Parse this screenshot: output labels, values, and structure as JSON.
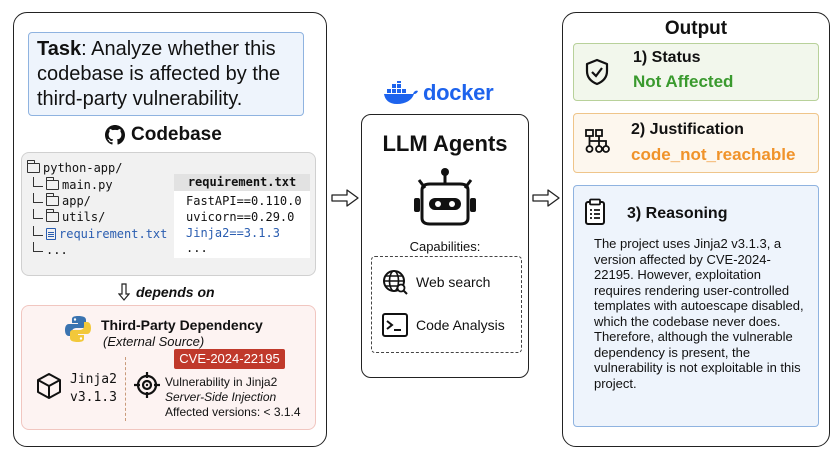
{
  "task": {
    "label": "Task",
    "text": ": Analyze whether this codebase is affected by the third-party vulnerability."
  },
  "codebase": {
    "title": "Codebase",
    "tree": {
      "root": "python-app/",
      "items": [
        "main.py",
        "app/",
        "utils/",
        "requirement.txt"
      ],
      "ellipsis": "..."
    },
    "requirements": {
      "filename": "requirement.txt",
      "lines": [
        "FastAPI==0.110.0",
        "uvicorn==0.29.0",
        "Jinja2==3.1.3",
        "..."
      ]
    }
  },
  "depends_on": "depends on",
  "dependency": {
    "title": "Third-Party Dependency",
    "subtitle": "(External Source)",
    "package": "Jinja2",
    "version": "v3.1.3",
    "cve": "CVE-2024-22195",
    "vuln_line1": "Vulnerability in Jinja2",
    "vuln_line2": "Server-Side Injection",
    "vuln_line3": "Affected versions: < 3.1.4"
  },
  "docker": {
    "word": "docker"
  },
  "agents": {
    "title": "LLM Agents",
    "capabilities_label": "Capabilities:",
    "capabilities": [
      "Web search",
      "Code Analysis"
    ]
  },
  "output": {
    "title": "Output",
    "status_head": "1) Status",
    "status_value": "Not Affected",
    "justification_head": "2) Justification",
    "justification_value": "code_not_reachable",
    "reasoning_head": "3) Reasoning",
    "reasoning_text": "The project uses Jinja2 v3.1.3, a version affected by CVE-2024-22195. However, exploitation requires rendering user-controlled templates with autoescape disabled, which the codebase never does. Therefore, although the vulnerable dependency is present, the vulnerability is not exploitable in this project."
  },
  "colors": {
    "docker_blue": "#1d63ed",
    "cve_red": "#c0392b",
    "status_green": "#3a9a2e",
    "justification_orange": "#f0932a",
    "task_border": "#8fb3e0"
  },
  "icons": [
    "github-icon",
    "folder-icon",
    "file-icon",
    "python-icon",
    "cube-icon",
    "target-icon",
    "docker-whale-icon",
    "robot-icon",
    "globe-icon",
    "terminal-icon",
    "shield-check-icon",
    "flowchart-icon",
    "clipboard-icon",
    "arrow-right-icon",
    "arrow-down-icon"
  ]
}
